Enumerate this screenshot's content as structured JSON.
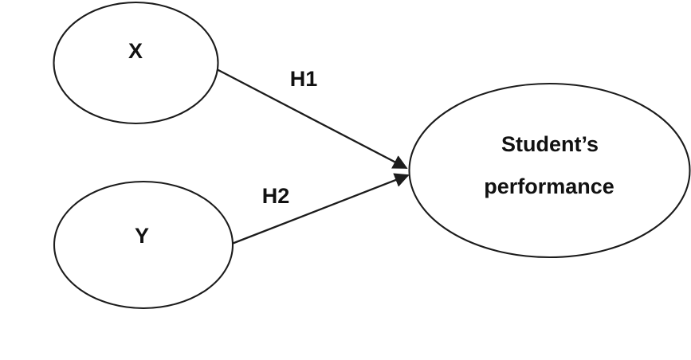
{
  "figure": {
    "background": "#ffffff",
    "line_color": "#1c1c1c",
    "text_color": "#111111",
    "nodes": {
      "x": {
        "label": "X"
      },
      "y": {
        "label": "Y"
      },
      "performance": {
        "label_line1": "Student’s",
        "label_line2": "performance"
      }
    },
    "edges": {
      "h1": {
        "label": "H1",
        "from": "X",
        "to": "Student’s performance"
      },
      "h2": {
        "label": "H2",
        "from": "Y",
        "to": "Student’s performance"
      }
    }
  }
}
